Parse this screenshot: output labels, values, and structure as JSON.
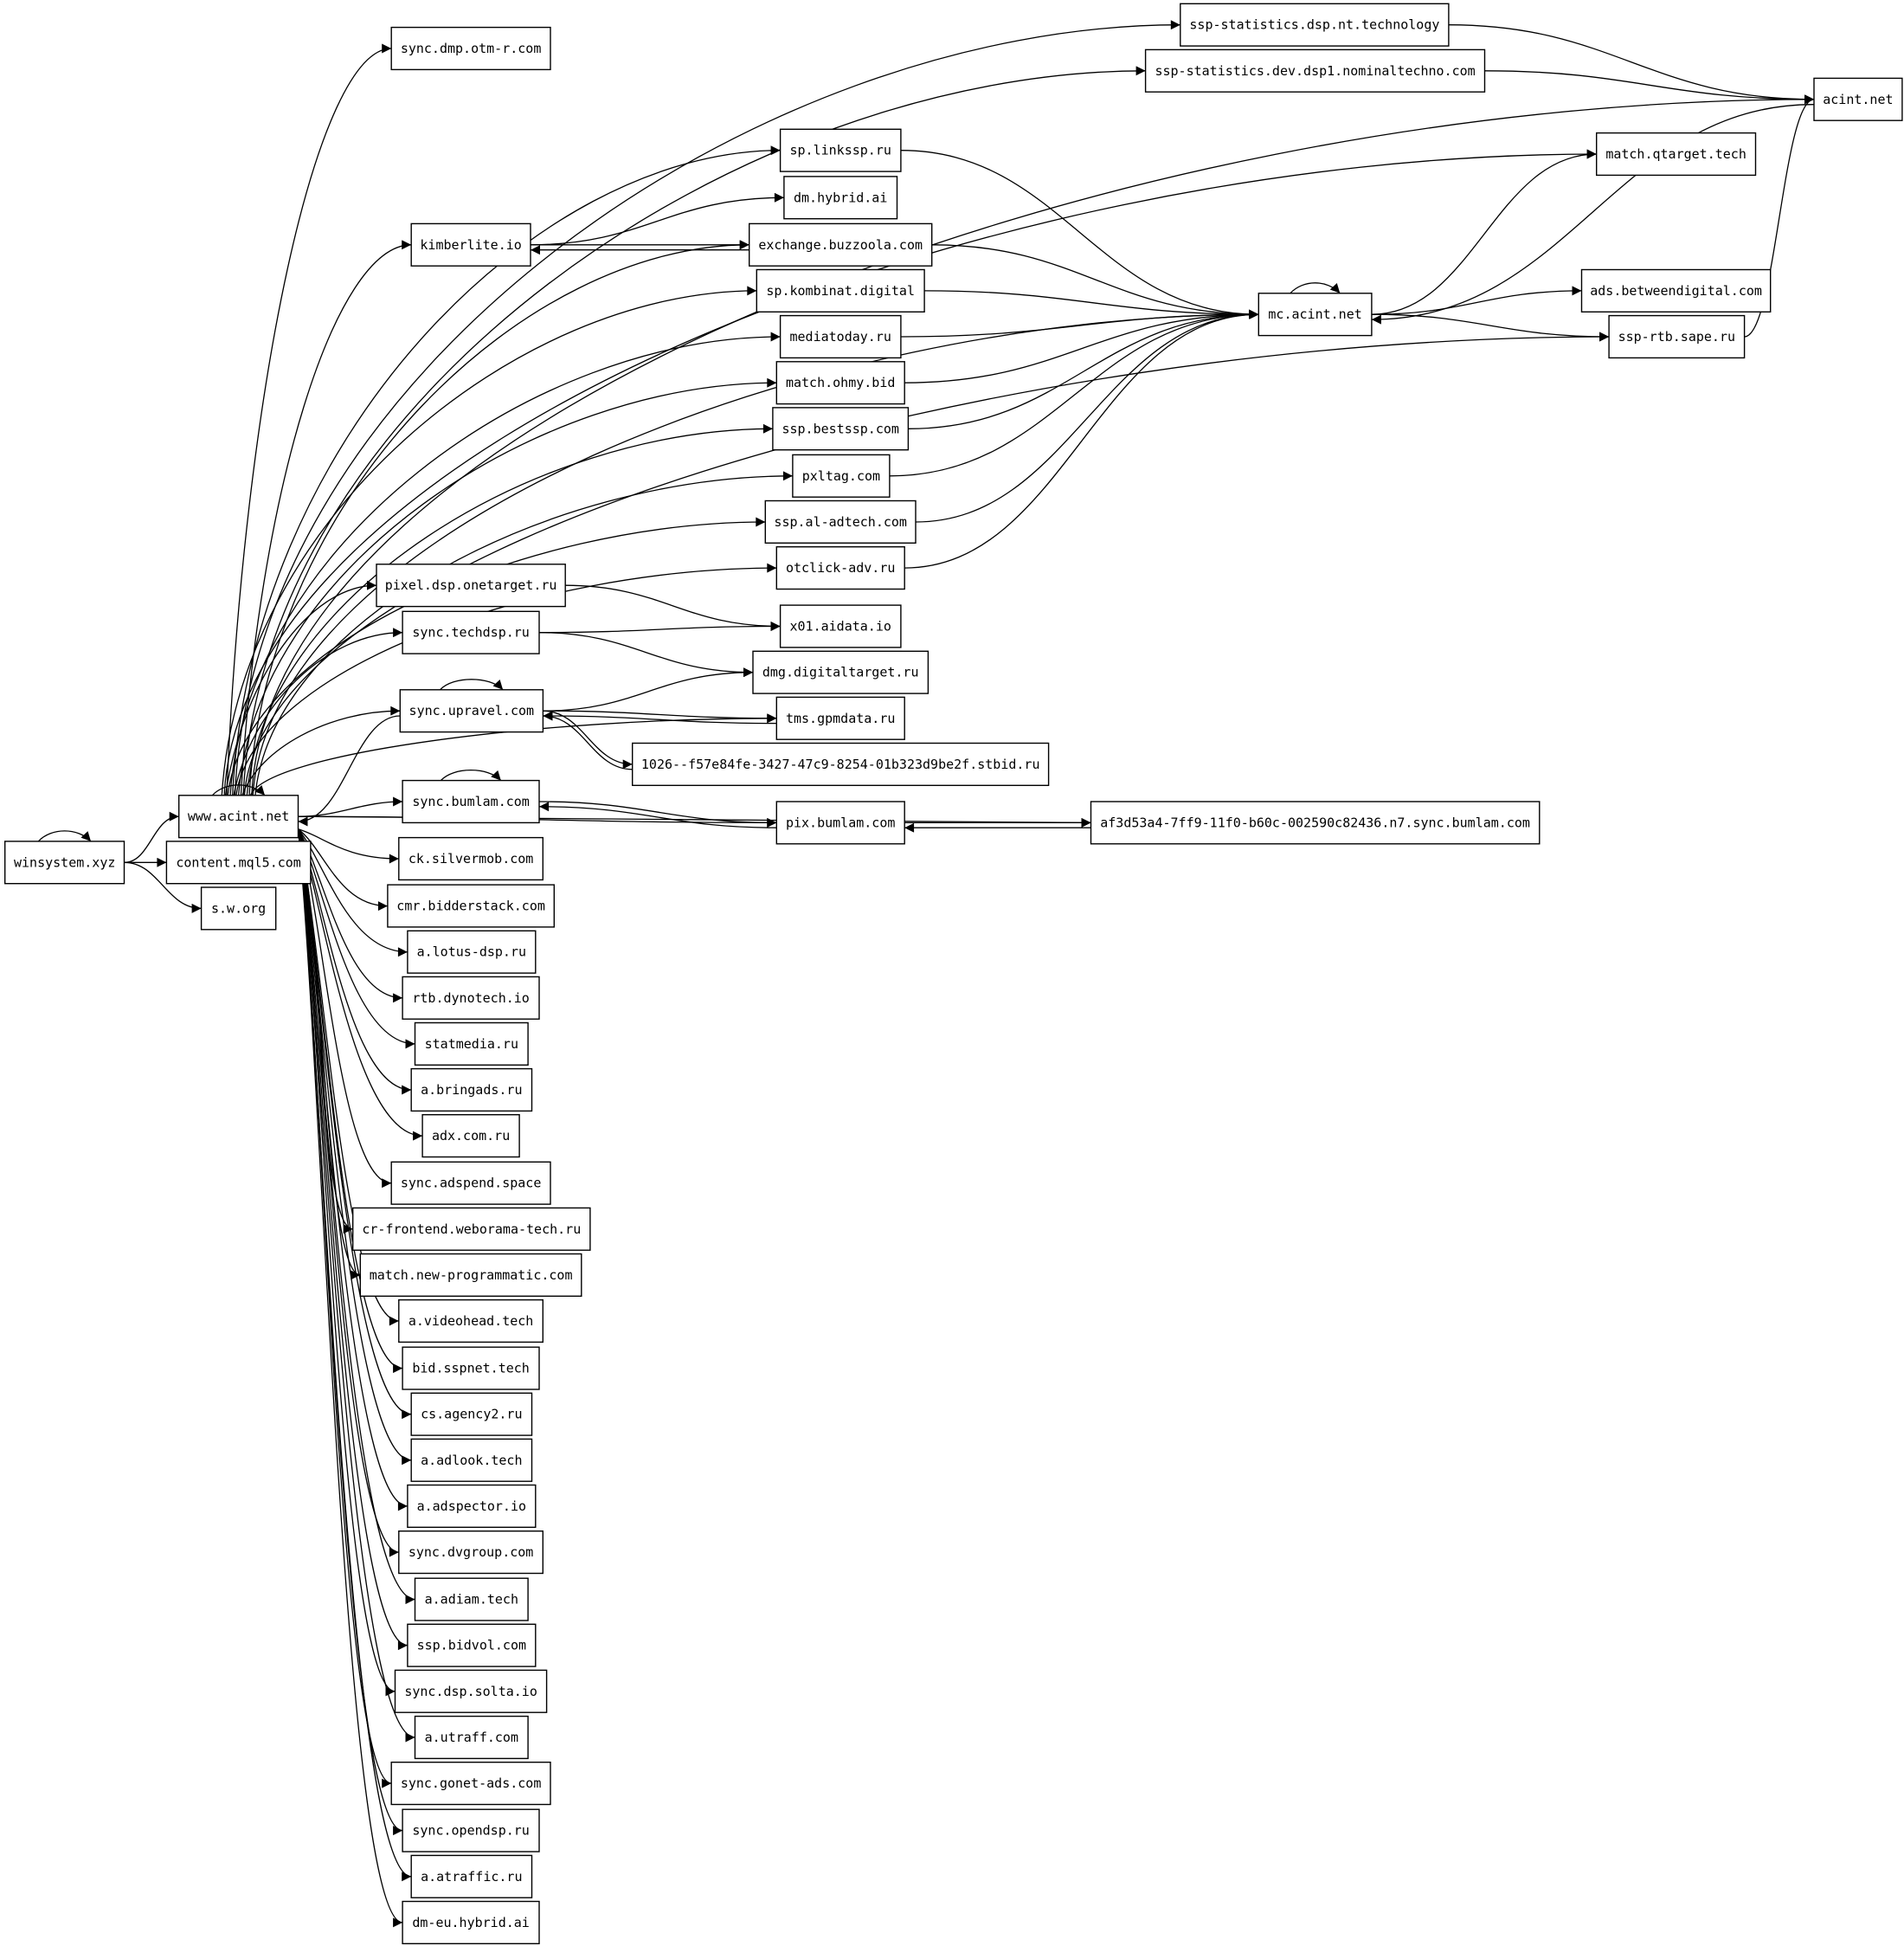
{
  "graph": {
    "nodes": [
      {
        "id": "winsystem",
        "label": "winsystem.xyz"
      },
      {
        "id": "www",
        "label": "www.acint.net"
      },
      {
        "id": "content",
        "label": "content.mql5.com"
      },
      {
        "id": "sworg",
        "label": "s.w.org"
      },
      {
        "id": "dmpotm",
        "label": "sync.dmp.otm-r.com"
      },
      {
        "id": "sspnt",
        "label": "ssp-statistics.dsp.nt.technology"
      },
      {
        "id": "sspdev",
        "label": "ssp-statistics.dev.dsp1.nominaltechno.com"
      },
      {
        "id": "acint",
        "label": "acint.net"
      },
      {
        "id": "qtarget",
        "label": "match.qtarget.tech"
      },
      {
        "id": "linkssp",
        "label": "sp.linkssp.ru"
      },
      {
        "id": "hybrid",
        "label": "dm.hybrid.ai"
      },
      {
        "id": "kimberlite",
        "label": "kimberlite.io"
      },
      {
        "id": "buzzoola",
        "label": "exchange.buzzoola.com"
      },
      {
        "id": "kombinat",
        "label": "sp.kombinat.digital"
      },
      {
        "id": "mcacint",
        "label": "mc.acint.net"
      },
      {
        "id": "betweendigital",
        "label": "ads.betweendigital.com"
      },
      {
        "id": "mediatoday",
        "label": "mediatoday.ru"
      },
      {
        "id": "saperu",
        "label": "ssp-rtb.sape.ru"
      },
      {
        "id": "ohmy",
        "label": "match.ohmy.bid"
      },
      {
        "id": "bestssp",
        "label": "ssp.bestssp.com"
      },
      {
        "id": "pxltag",
        "label": "pxltag.com"
      },
      {
        "id": "aladtech",
        "label": "ssp.al-adtech.com"
      },
      {
        "id": "otclick",
        "label": "otclick-adv.ru"
      },
      {
        "id": "onetarget",
        "label": "pixel.dsp.onetarget.ru"
      },
      {
        "id": "aidata",
        "label": "x01.aidata.io"
      },
      {
        "id": "techdsp",
        "label": "sync.techdsp.ru"
      },
      {
        "id": "digitaltarget",
        "label": "dmg.digitaltarget.ru"
      },
      {
        "id": "upravel",
        "label": "sync.upravel.com"
      },
      {
        "id": "gpmdata",
        "label": "tms.gpmdata.ru"
      },
      {
        "id": "stbid",
        "label": "1026--f57e84fe-3427-47c9-8254-01b323d9be2f.stbid.ru"
      },
      {
        "id": "syncbumlam",
        "label": "sync.bumlam.com"
      },
      {
        "id": "pixbumlam",
        "label": "pix.bumlam.com"
      },
      {
        "id": "af3d",
        "label": "af3d53a4-7ff9-11f0-b60c-002590c82436.n7.sync.bumlam.com"
      },
      {
        "id": "silvermob",
        "label": "ck.silvermob.com"
      },
      {
        "id": "bidderstack",
        "label": "cmr.bidderstack.com"
      },
      {
        "id": "lotus",
        "label": "a.lotus-dsp.ru"
      },
      {
        "id": "dynotech",
        "label": "rtb.dynotech.io"
      },
      {
        "id": "statmedia",
        "label": "statmedia.ru"
      },
      {
        "id": "bringads",
        "label": "a.bringads.ru"
      },
      {
        "id": "adxcom",
        "label": "adx.com.ru"
      },
      {
        "id": "adspend",
        "label": "sync.adspend.space"
      },
      {
        "id": "weborama",
        "label": "cr-frontend.weborama-tech.ru"
      },
      {
        "id": "newprog",
        "label": "match.new-programmatic.com"
      },
      {
        "id": "videohead",
        "label": "a.videohead.tech"
      },
      {
        "id": "sspnet",
        "label": "bid.sspnet.tech"
      },
      {
        "id": "agency2",
        "label": "cs.agency2.ru"
      },
      {
        "id": "adlook",
        "label": "a.adlook.tech"
      },
      {
        "id": "adspector",
        "label": "a.adspector.io"
      },
      {
        "id": "dvgroup",
        "label": "sync.dvgroup.com"
      },
      {
        "id": "adiam",
        "label": "a.adiam.tech"
      },
      {
        "id": "bidvol",
        "label": "ssp.bidvol.com"
      },
      {
        "id": "solta",
        "label": "sync.dsp.solta.io"
      },
      {
        "id": "utraff",
        "label": "a.utraff.com"
      },
      {
        "id": "gonet",
        "label": "sync.gonet-ads.com"
      },
      {
        "id": "opendsp",
        "label": "sync.opendsp.ru"
      },
      {
        "id": "atraffic",
        "label": "a.atraffic.ru"
      },
      {
        "id": "dmeu",
        "label": "dm-eu.hybrid.ai"
      }
    ],
    "edges": [
      [
        "winsystem",
        "winsystem"
      ],
      [
        "winsystem",
        "www"
      ],
      [
        "winsystem",
        "content"
      ],
      [
        "winsystem",
        "sworg"
      ],
      [
        "www",
        "www"
      ],
      [
        "www",
        "dmpotm"
      ],
      [
        "www",
        "sspnt"
      ],
      [
        "www",
        "sspdev"
      ],
      [
        "www",
        "acint"
      ],
      [
        "www",
        "qtarget"
      ],
      [
        "www",
        "linkssp"
      ],
      [
        "www",
        "kimberlite"
      ],
      [
        "www",
        "buzzoola"
      ],
      [
        "www",
        "kombinat"
      ],
      [
        "www",
        "mediatoday"
      ],
      [
        "www",
        "ohmy"
      ],
      [
        "www",
        "bestssp"
      ],
      [
        "www",
        "pxltag"
      ],
      [
        "www",
        "aladtech"
      ],
      [
        "www",
        "otclick"
      ],
      [
        "www",
        "saperu"
      ],
      [
        "www",
        "mcacint"
      ],
      [
        "www",
        "onetarget"
      ],
      [
        "www",
        "techdsp"
      ],
      [
        "www",
        "upravel"
      ],
      [
        "www",
        "gpmdata"
      ],
      [
        "www",
        "af3d"
      ],
      [
        "www",
        "syncbumlam"
      ],
      [
        "www",
        "pixbumlam"
      ],
      [
        "www",
        "silvermob"
      ],
      [
        "www",
        "bidderstack"
      ],
      [
        "www",
        "lotus"
      ],
      [
        "www",
        "dynotech"
      ],
      [
        "www",
        "statmedia"
      ],
      [
        "www",
        "bringads"
      ],
      [
        "www",
        "adxcom"
      ],
      [
        "www",
        "adspend"
      ],
      [
        "www",
        "weborama"
      ],
      [
        "www",
        "newprog"
      ],
      [
        "www",
        "videohead"
      ],
      [
        "www",
        "sspnet"
      ],
      [
        "www",
        "agency2"
      ],
      [
        "www",
        "adlook"
      ],
      [
        "www",
        "adspector"
      ],
      [
        "www",
        "dvgroup"
      ],
      [
        "www",
        "adiam"
      ],
      [
        "www",
        "bidvol"
      ],
      [
        "www",
        "solta"
      ],
      [
        "www",
        "utraff"
      ],
      [
        "www",
        "gonet"
      ],
      [
        "www",
        "opendsp"
      ],
      [
        "www",
        "atraffic"
      ],
      [
        "www",
        "dmeu"
      ],
      [
        "sspnt",
        "acint"
      ],
      [
        "sspdev",
        "acint"
      ],
      [
        "acint",
        "mcacint"
      ],
      [
        "saperu",
        "acint"
      ],
      [
        "mcacint",
        "mcacint"
      ],
      [
        "mcacint",
        "qtarget"
      ],
      [
        "mcacint",
        "betweendigital"
      ],
      [
        "mcacint",
        "saperu"
      ],
      [
        "linkssp",
        "mcacint"
      ],
      [
        "buzzoola",
        "mcacint"
      ],
      [
        "kombinat",
        "mcacint"
      ],
      [
        "mediatoday",
        "mcacint"
      ],
      [
        "ohmy",
        "mcacint"
      ],
      [
        "bestssp",
        "mcacint"
      ],
      [
        "pxltag",
        "mcacint"
      ],
      [
        "aladtech",
        "mcacint"
      ],
      [
        "otclick",
        "mcacint"
      ],
      [
        "kimberlite",
        "hybrid"
      ],
      [
        "kimberlite",
        "buzzoola"
      ],
      [
        "buzzoola",
        "kimberlite"
      ],
      [
        "onetarget",
        "aidata"
      ],
      [
        "techdsp",
        "aidata"
      ],
      [
        "techdsp",
        "digitaltarget"
      ],
      [
        "upravel",
        "upravel"
      ],
      [
        "upravel",
        "digitaltarget"
      ],
      [
        "upravel",
        "gpmdata"
      ],
      [
        "gpmdata",
        "upravel"
      ],
      [
        "upravel",
        "stbid"
      ],
      [
        "stbid",
        "upravel"
      ],
      [
        "upravel",
        "www"
      ],
      [
        "syncbumlam",
        "syncbumlam"
      ],
      [
        "syncbumlam",
        "pixbumlam"
      ],
      [
        "pixbumlam",
        "syncbumlam"
      ],
      [
        "pixbumlam",
        "af3d"
      ],
      [
        "af3d",
        "pixbumlam"
      ]
    ]
  }
}
